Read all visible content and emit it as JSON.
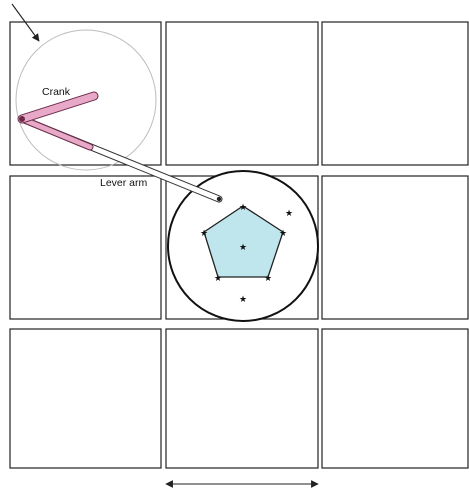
{
  "diagram": {
    "labels": {
      "crank": "Crank",
      "lever_arm": "Lever arm"
    },
    "colors": {
      "crank_fill": "#e8a8c8",
      "crank_stroke": "#6b2a48",
      "pentagon_fill": "#bfe6ec",
      "outline": "#222222",
      "guide_circle": "#bdbdbd"
    },
    "grid": {
      "rows": 3,
      "cols": 3
    }
  }
}
